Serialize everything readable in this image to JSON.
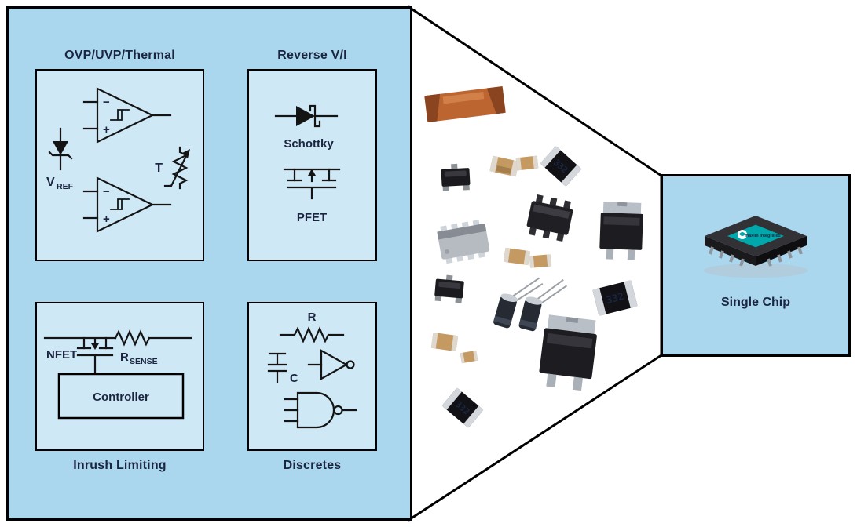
{
  "figure": {
    "left_panel": {
      "ovp": {
        "title": "OVP/UVP/Thermal",
        "comparator_minus": "−",
        "comparator_plus": "+",
        "vref_base": "V",
        "vref_sub": "REF",
        "thermistor_label": "T"
      },
      "reverse": {
        "title": "Reverse V/I",
        "schottky_label": "Schottky",
        "pfet_label": "PFET"
      },
      "inrush": {
        "title": "Inrush Limiting",
        "nfet_label": "NFET",
        "rsense_base": "R",
        "rsense_sub": "SENSE",
        "controller_label": "Controller"
      },
      "discretes": {
        "title": "Discretes",
        "resistor_label": "R",
        "capacitor_label": "C"
      }
    },
    "right_panel": {
      "label": "Single Chip",
      "chip_marking": "maxim integrated"
    },
    "middle": {
      "resistor_marking": "332"
    },
    "colors": {
      "panel_blue": "#aad6ee",
      "inner_blue": "#cfe8f6",
      "outline": "#000000",
      "text": "#1b2540",
      "logo_teal": "#00a7ab"
    }
  }
}
